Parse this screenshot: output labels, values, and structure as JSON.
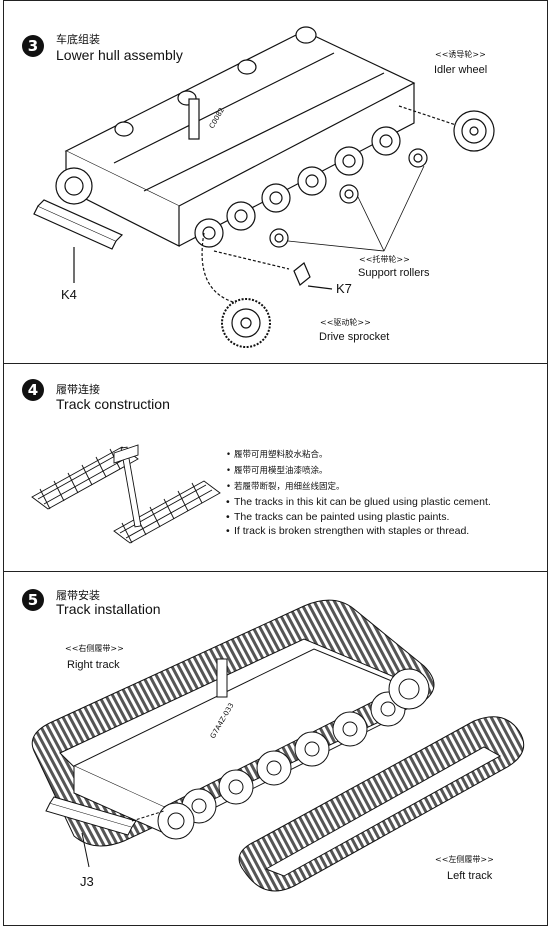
{
  "steps": [
    {
      "number": "3",
      "title_cn": "车底组装",
      "title_en": "Lower hull assembly",
      "labels": {
        "idler_cn": "<<诱导轮>>",
        "idler_en": "Idler wheel",
        "support_cn": "<<托带轮>>",
        "support_en": "Support rollers",
        "sprocket_cn": "<<驱动轮>>",
        "sprocket_en": "Drive sprocket",
        "part_k4": "K4",
        "part_k7": "K7"
      }
    },
    {
      "number": "4",
      "title_cn": "履带连接",
      "title_en": "Track construction",
      "notes_cn": [
        "履带可用塑料胶水粘合。",
        "履带可用模型油漆喷涂。",
        "若履带断裂，用细丝线固定。"
      ],
      "notes_en": [
        "The tracks in this kit can be glued using plastic cement.",
        "The tracks can be painted using plastic paints.",
        "If track is broken strengthen with staples or thread."
      ]
    },
    {
      "number": "5",
      "title_cn": "履带安装",
      "title_en": "Track installation",
      "labels": {
        "right_cn": "<<右侧履带>>",
        "right_en": "Right track",
        "left_cn": "<<左侧履带>>",
        "left_en": "Left track",
        "part_j3": "J3"
      }
    }
  ],
  "colors": {
    "ink": "#111111",
    "paper": "#ffffff",
    "hatch": "#888888"
  }
}
